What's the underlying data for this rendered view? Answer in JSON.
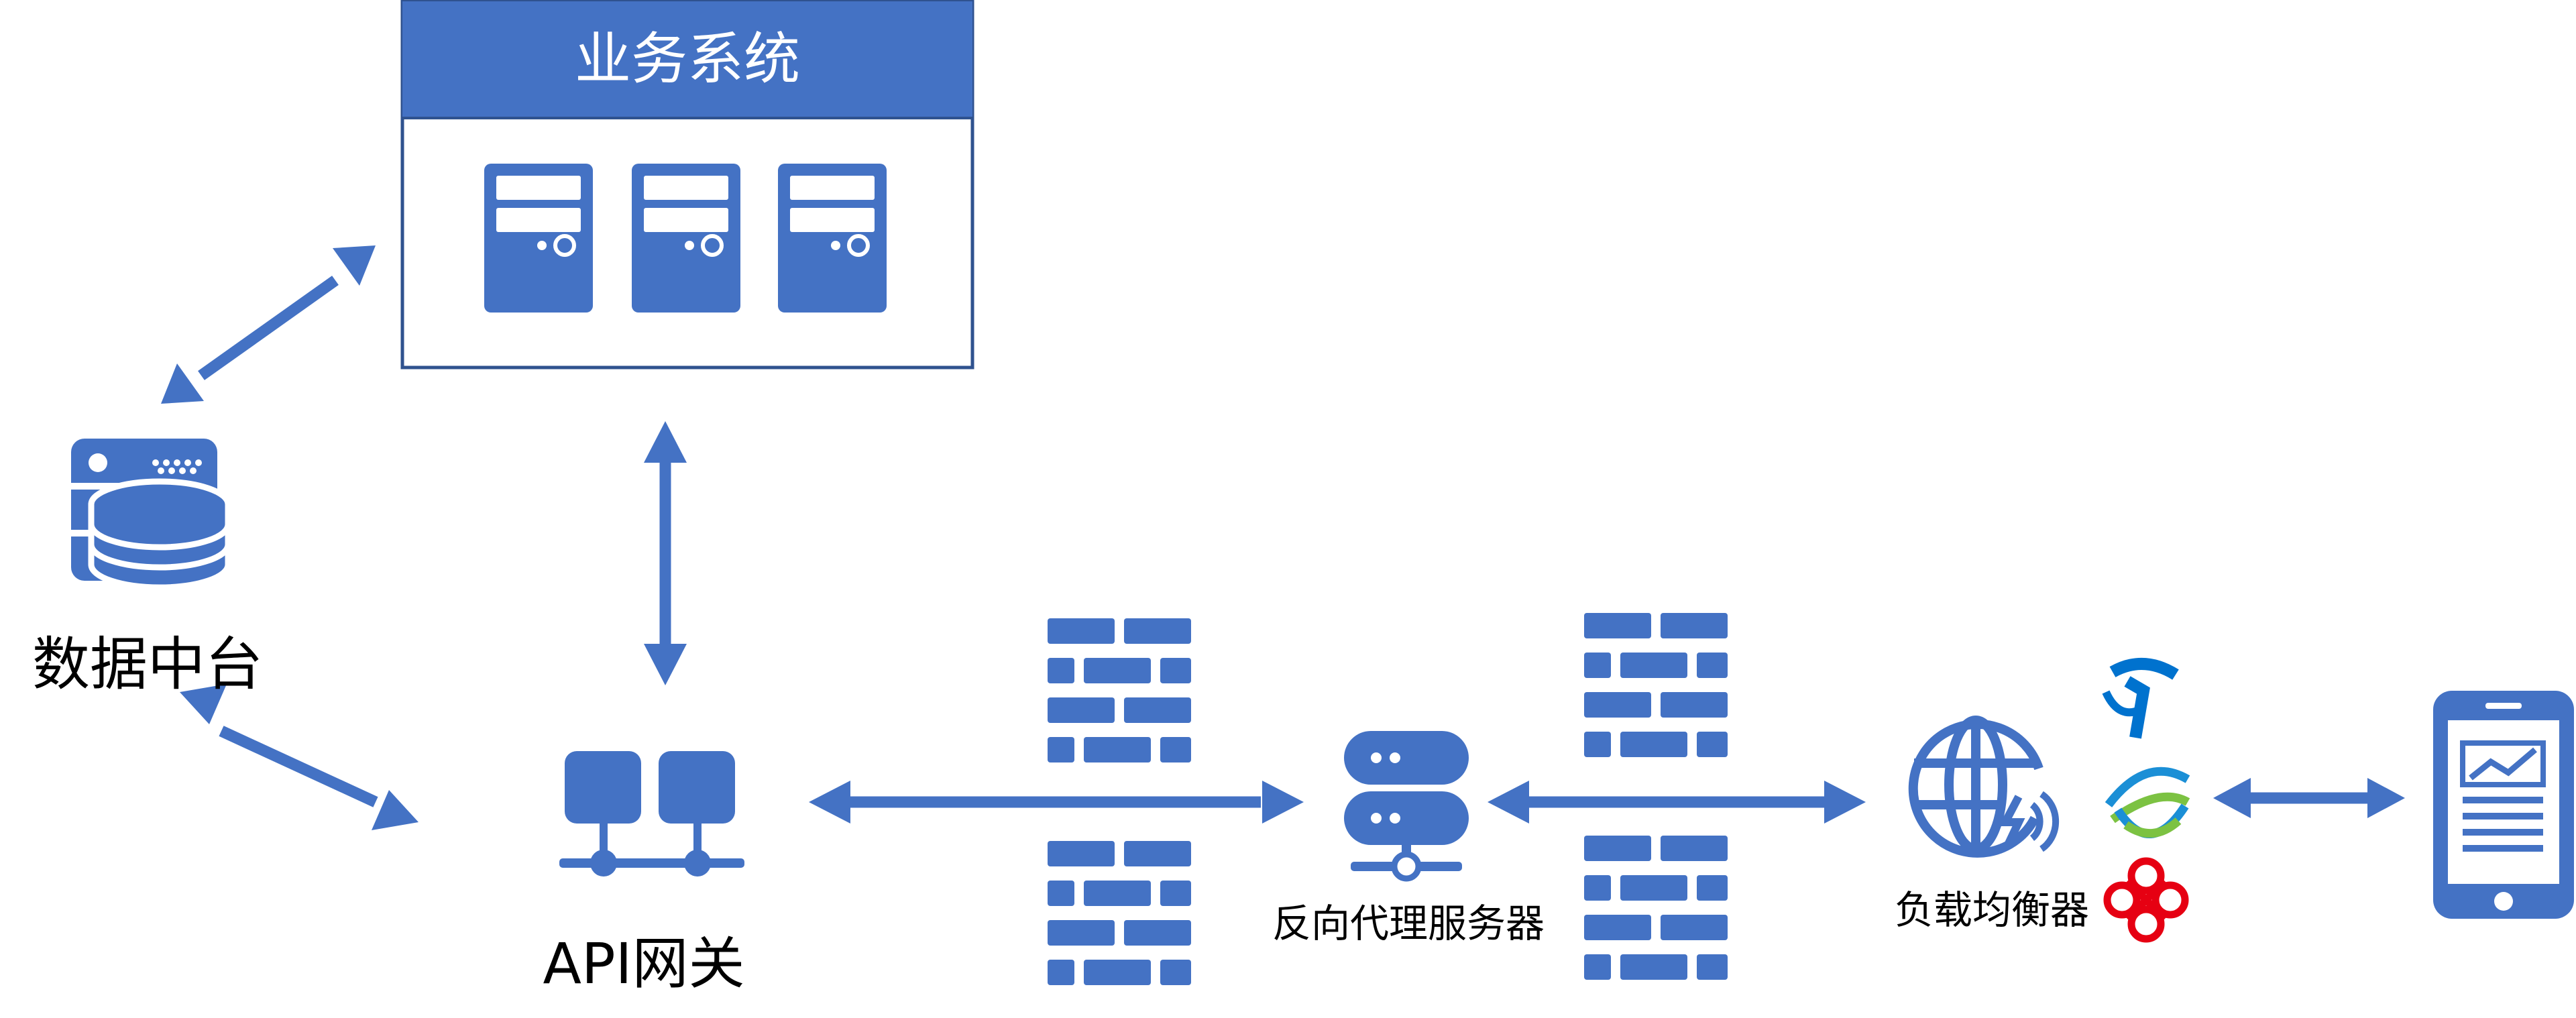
{
  "nodes": {
    "business_system": {
      "title": "业务系统",
      "icon": "server-tower-icon",
      "count": 3
    },
    "data_platform": {
      "label": "数据中台",
      "icon": "database-server-icon"
    },
    "api_gateway": {
      "label": "API网关",
      "icon": "network-gateway-icon"
    },
    "reverse_proxy": {
      "label": "反向代理服务器",
      "icon": "proxy-server-icon"
    },
    "load_balancer": {
      "label": "负载均衡器",
      "icon": "globe-network-icon"
    },
    "carriers": {
      "icons": [
        "china-telecom-logo",
        "china-mobile-logo",
        "china-unicom-logo"
      ]
    },
    "client": {
      "icon": "mobile-phone-icon"
    }
  },
  "firewalls": {
    "icon": "firewall-brick-icon",
    "count": 2
  },
  "edges": [
    {
      "from": "data_platform",
      "to": "business_system",
      "direction": "both"
    },
    {
      "from": "business_system",
      "to": "api_gateway",
      "direction": "both"
    },
    {
      "from": "data_platform",
      "to": "api_gateway",
      "direction": "both"
    },
    {
      "from": "api_gateway",
      "to": "reverse_proxy",
      "direction": "both"
    },
    {
      "from": "reverse_proxy",
      "to": "load_balancer",
      "direction": "both"
    },
    {
      "from": "carriers",
      "to": "client",
      "direction": "both"
    }
  ],
  "colors": {
    "primary": "#4472C4",
    "box_border": "#2F528F",
    "telecom": "#0072CE",
    "mobile_blue": "#1B8FD6",
    "mobile_green": "#7CC242",
    "unicom": "#E60012"
  }
}
